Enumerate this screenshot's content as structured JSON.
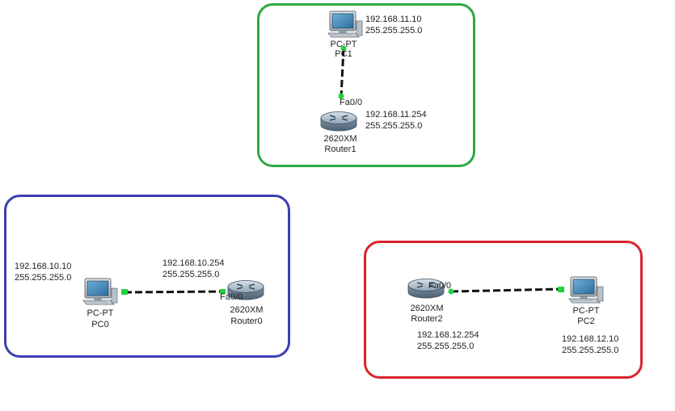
{
  "colors": {
    "zone_green": "#2ea843",
    "zone_blue": "#3b3fb4",
    "zone_red": "#d9232b",
    "link": "#111111",
    "port_up": "#22d13c"
  },
  "zones": {
    "green": {
      "pc": {
        "model": "PC-PT",
        "name": "PC1",
        "ip": "192.168.11.10",
        "mask": "255.255.255.0",
        "icon": "pc-icon"
      },
      "router": {
        "model": "2620XM",
        "name": "Router1",
        "ip": "192.168.11.254",
        "mask": "255.255.255.0",
        "port": "Fa0/0",
        "icon": "router-icon"
      }
    },
    "blue": {
      "pc": {
        "model": "PC-PT",
        "name": "PC0",
        "ip": "192.168.10.10",
        "mask": "255.255.255.0",
        "icon": "pc-icon"
      },
      "router": {
        "model": "2620XM",
        "name": "Router0",
        "ip": "192.168.10.254",
        "mask": "255.255.255.0",
        "port": "Fa0/0",
        "icon": "router-icon"
      }
    },
    "red": {
      "pc": {
        "model": "PC-PT",
        "name": "PC2",
        "ip": "192.168.12.10",
        "mask": "255.255.255.0",
        "icon": "pc-icon"
      },
      "router": {
        "model": "2620XM",
        "name": "Router2",
        "ip": "192.168.12.254",
        "mask": "255.255.255.0",
        "port": "Fa0/0",
        "icon": "router-icon"
      }
    }
  }
}
